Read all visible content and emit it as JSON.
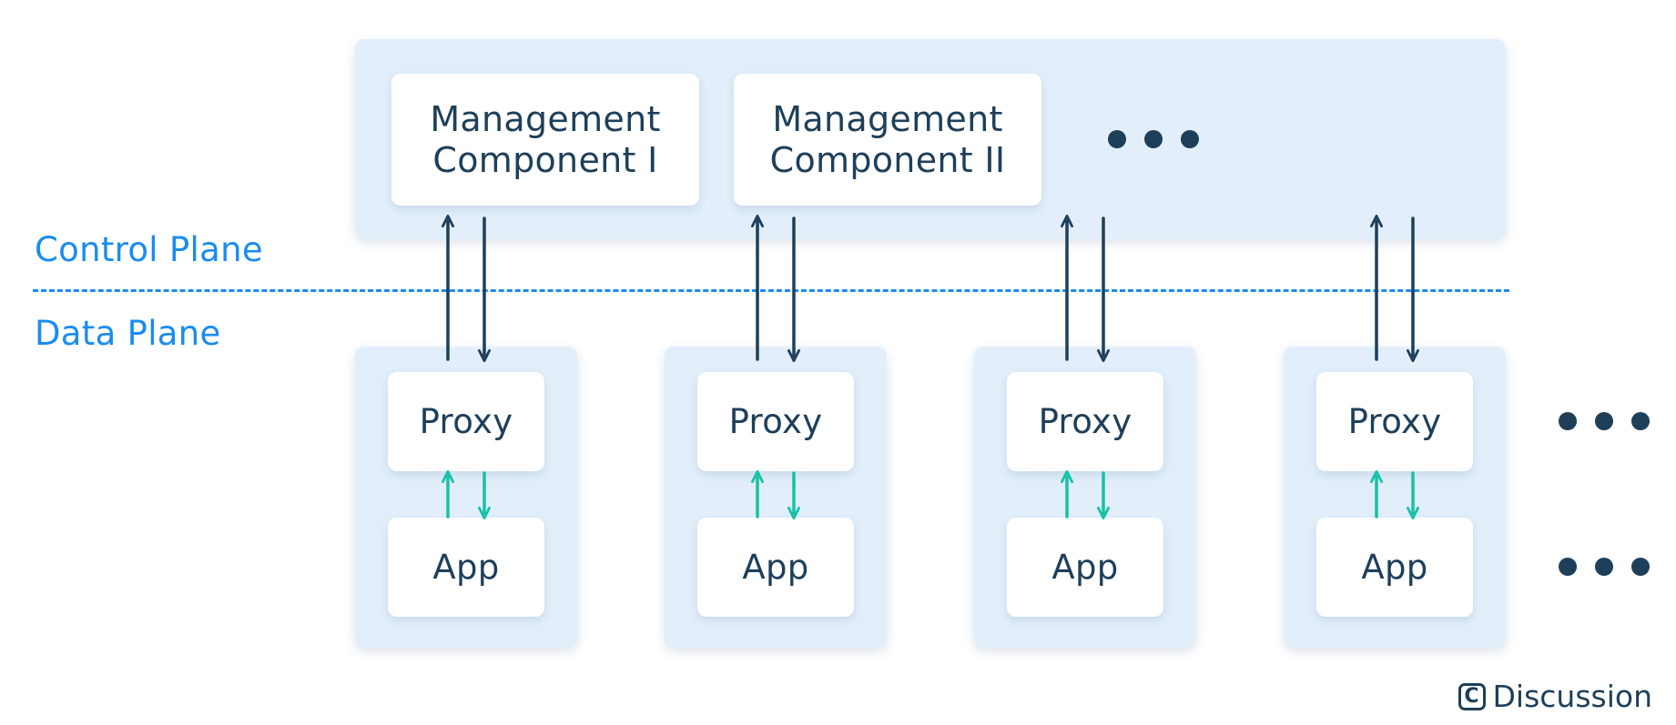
{
  "control_plane": {
    "label": "Control Plane",
    "components": [
      {
        "name": "Management\nComponent I"
      },
      {
        "name": "Management\nComponent II"
      }
    ]
  },
  "data_plane": {
    "label": "Data Plane",
    "pods": [
      {
        "proxy": "Proxy",
        "app": "App"
      },
      {
        "proxy": "Proxy",
        "app": "App"
      },
      {
        "proxy": "Proxy",
        "app": "App"
      },
      {
        "proxy": "Proxy",
        "app": "App"
      }
    ]
  },
  "footer": {
    "icon_letter": "C",
    "label": "Discussion"
  },
  "colors": {
    "panel": "#e2effb",
    "card": "#ffffff",
    "text_dark": "#1e3f5a",
    "accent_blue": "#1a8cf0",
    "accent_teal": "#17c1a6"
  }
}
